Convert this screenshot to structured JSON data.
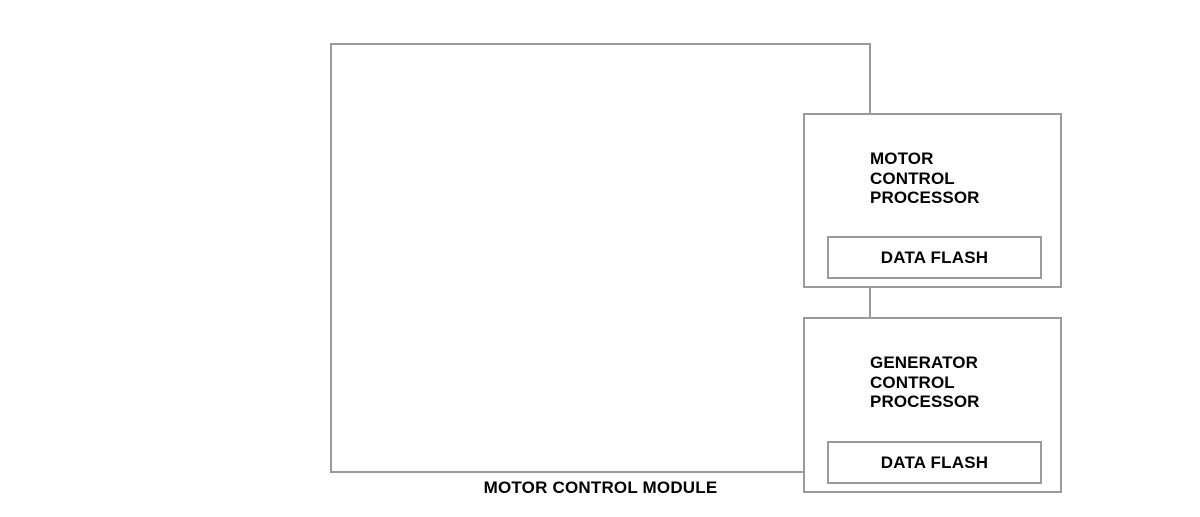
{
  "diagram": {
    "type": "block-diagram",
    "caption": "MOTOR CONTROL MODULE",
    "colors": {
      "border": "#9a9a9a",
      "text": "#000000",
      "background": "#ffffff"
    },
    "module": {
      "label": "MOTOR CONTROL MODULE",
      "blocks": [
        {
          "title": "MOTOR\nCONTROL\nPROCESSOR",
          "title_lines": [
            "MOTOR",
            "CONTROL",
            "PROCESSOR"
          ],
          "sub_block": {
            "label": "DATA FLASH"
          }
        },
        {
          "title": "GENERATOR\nCONTROL\nPROCESSOR",
          "title_lines": [
            "GENERATOR",
            "CONTROL",
            "PROCESSOR"
          ],
          "sub_block": {
            "label": "DATA FLASH"
          }
        }
      ]
    }
  }
}
